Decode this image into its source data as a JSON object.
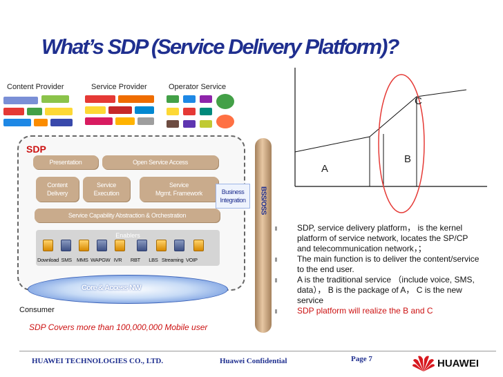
{
  "slide": {
    "title": "What’s SDP (Service Delivery Platform)?"
  },
  "providers": {
    "content": "Content Provider",
    "service": "Service Provider",
    "operator": "Operator Service"
  },
  "sdp": {
    "label": "SDP",
    "presentation": "Presentation",
    "open_access": "Open Service Access",
    "content_delivery": "Content\nDelivery",
    "service_execution": "Service\nExecution",
    "service_mgmt": "Service\nMgmt. Framework",
    "capability": "Service Capability Abstraction & Orchestration",
    "enablers": "Enablers",
    "enabler_labels": "Download  SMS    MMS  WAPGW   IVR       RBT       LBS   Streaming  VOIP",
    "network": "Core & Access NW",
    "consumer": "Consumer",
    "covers": "SDP Covers more than 100,000,000 Mobile user"
  },
  "business_integration": "Business\nIntegration",
  "bss_oss": "BSS/OSS",
  "chart_data": {
    "type": "area",
    "title": "",
    "xlabel": "",
    "ylabel": "",
    "region_labels": [
      "A",
      "B",
      "C"
    ]
  },
  "bullets": [
    {
      "text": "SDP, service delivery platform， is the kernel platform of service network, locates the SP/CP and telecommunication network，；",
      "color": "#111111"
    },
    {
      "text": "The main function is to deliver the content/service to the end user.",
      "color": "#111111"
    },
    {
      "text": "A is the traditional service （include voice, SMS, data）， B is the package of A， C is the new service",
      "color": "#111111"
    },
    {
      "text": "SDP platform will realize the B and C",
      "color": "#cc1111"
    }
  ],
  "footer": {
    "company": "HUAWEI TECHNOLOGIES CO., LTD.",
    "confidential": "Huawei Confidential",
    "page": "Page 7",
    "brand": "HUAWEI"
  },
  "colors": {
    "title": "#1f2f8f",
    "accent_red": "#cc1111",
    "block": "#c9ab8c"
  }
}
